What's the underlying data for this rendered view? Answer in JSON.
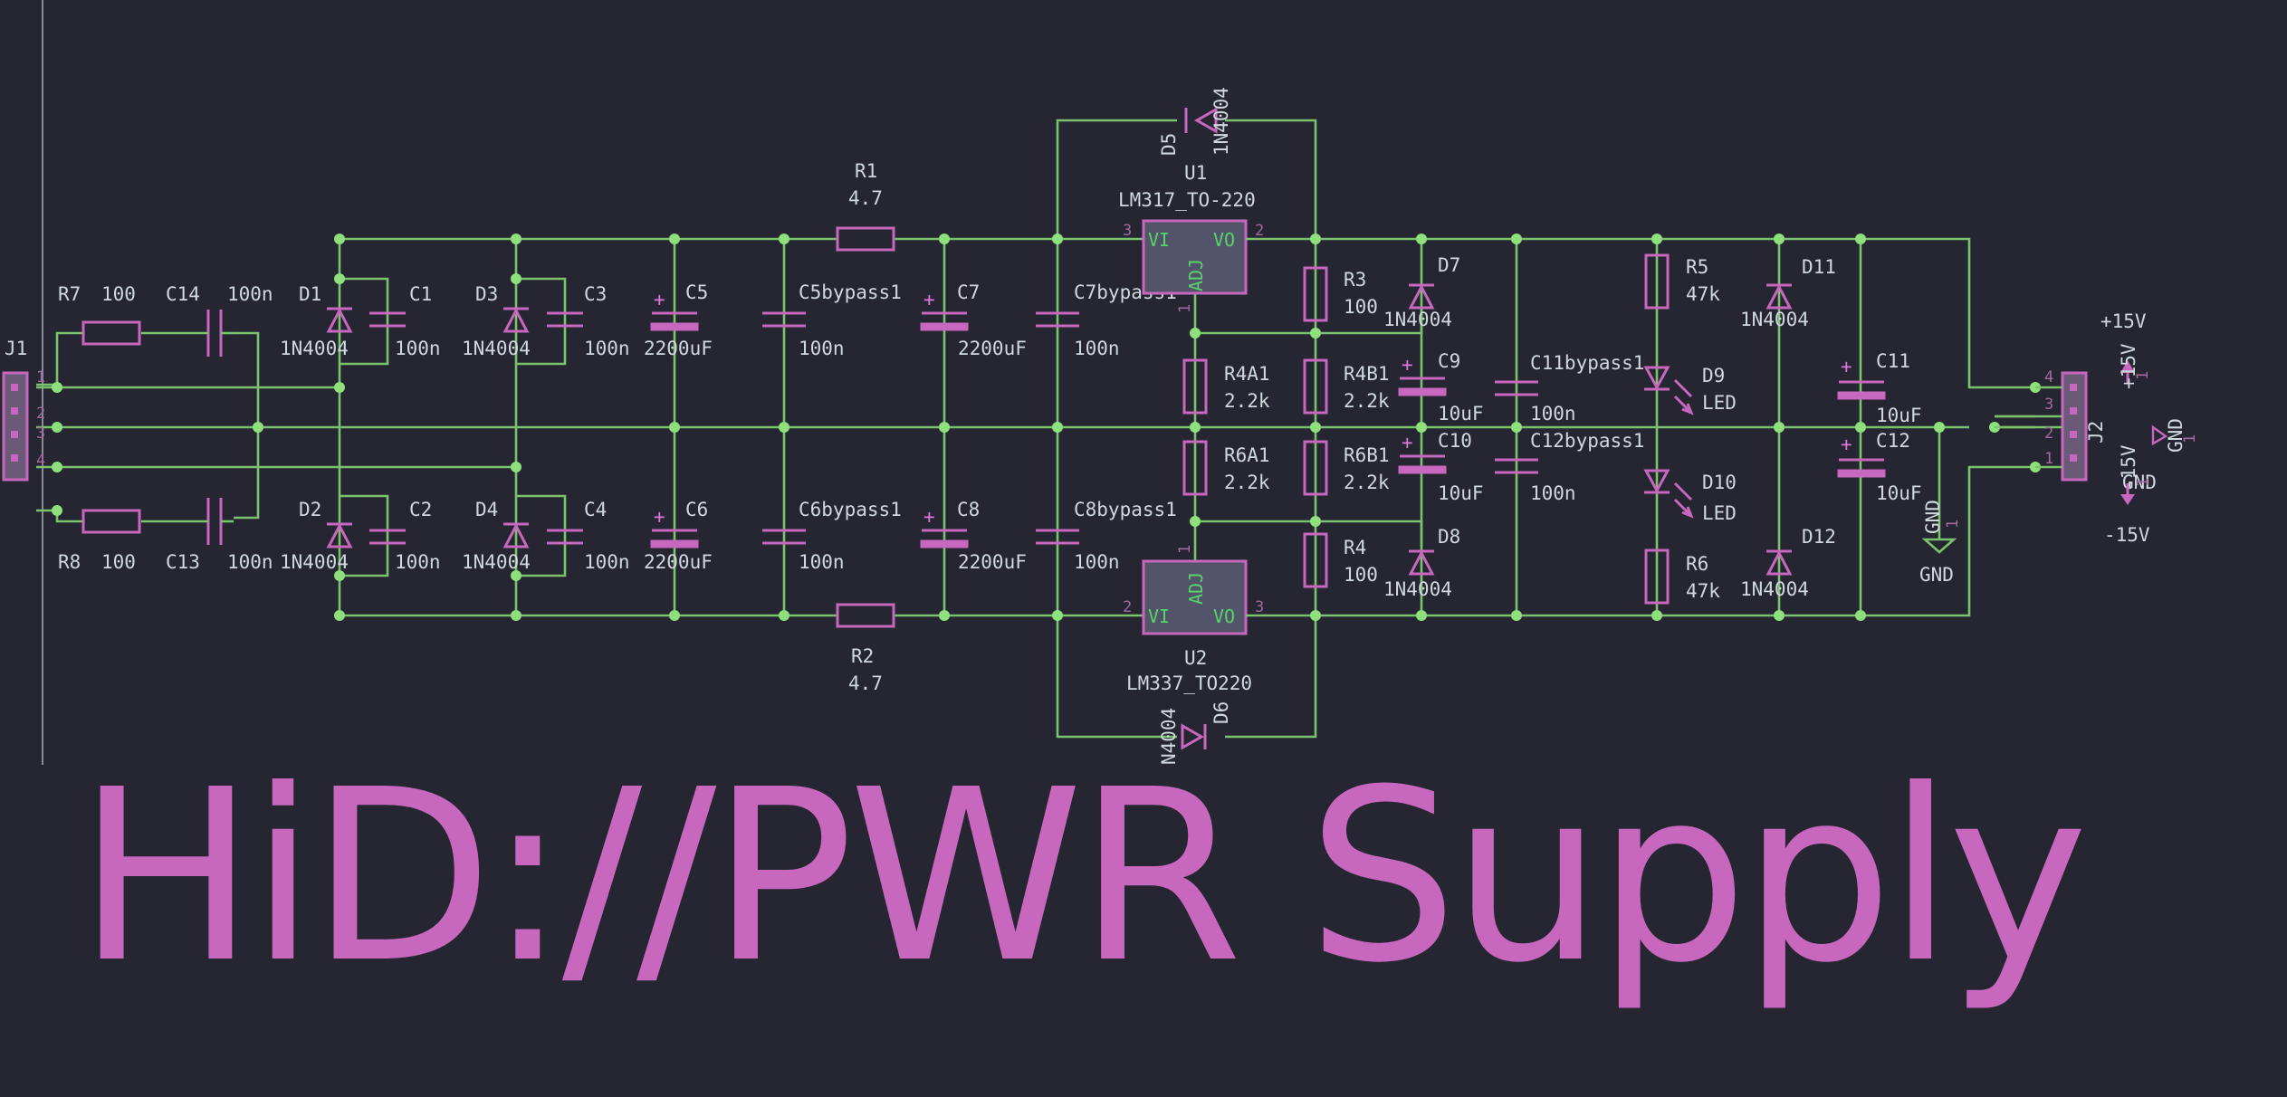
{
  "title": "HiD://PWR Supply",
  "colors": {
    "background": "#262633",
    "wire": "#7ac26c",
    "symbol": "#c767bd",
    "text": "#cfd8dc",
    "pin_label": "#56d468",
    "ic_body": "#53536b"
  },
  "connectors": {
    "j1": {
      "ref": "J1",
      "pins": [
        "1",
        "2",
        "3",
        "4"
      ]
    },
    "j2": {
      "ref": "J2",
      "pins": [
        "4",
        "3",
        "2",
        "1"
      ]
    }
  },
  "power": {
    "pos": {
      "label": "+15V",
      "symbol_text": "+15V",
      "pin": "1"
    },
    "neg": {
      "label": "-15V",
      "symbol_text": "-15V",
      "pin": "1"
    },
    "gnd_out": {
      "label": "GND",
      "symbol_text": "GND",
      "pin": "1"
    },
    "gnd_mid": {
      "label": "GND",
      "symbol_text": "GND",
      "pin": "1"
    }
  },
  "parts": {
    "r7": {
      "ref": "R7",
      "value": "100"
    },
    "r8": {
      "ref": "R8",
      "value": "100"
    },
    "c14": {
      "ref": "C14",
      "value": "100n"
    },
    "c13": {
      "ref": "C13",
      "value": "100n"
    },
    "d1": {
      "ref": "D1",
      "value": "1N4004"
    },
    "d2": {
      "ref": "D2",
      "value": "1N4004"
    },
    "d3": {
      "ref": "D3",
      "value": "1N4004"
    },
    "d4": {
      "ref": "D4",
      "value": "1N4004"
    },
    "c1": {
      "ref": "C1",
      "value": "100n"
    },
    "c2": {
      "ref": "C2",
      "value": "100n"
    },
    "c3": {
      "ref": "C3",
      "value": "100n"
    },
    "c4": {
      "ref": "C4",
      "value": "100n"
    },
    "c5": {
      "ref": "C5",
      "value": "2200uF"
    },
    "c6": {
      "ref": "C6",
      "value": "2200uF"
    },
    "c5b": {
      "ref": "C5bypass1",
      "value": "100n"
    },
    "c6b": {
      "ref": "C6bypass1",
      "value": "100n"
    },
    "r1": {
      "ref": "R1",
      "value": "4.7"
    },
    "r2": {
      "ref": "R2",
      "value": "4.7"
    },
    "c7": {
      "ref": "C7",
      "value": "2200uF"
    },
    "c8": {
      "ref": "C8",
      "value": "2200uF"
    },
    "c7b": {
      "ref": "C7bypass1",
      "value": "100n"
    },
    "c8b": {
      "ref": "C8bypass1",
      "value": "100n"
    },
    "d5": {
      "ref": "D5",
      "value": "1N4004"
    },
    "d6": {
      "ref": "D6",
      "value": "N4004"
    },
    "u1": {
      "ref": "U1",
      "value": "LM317_TO-220",
      "pin_in": "VI",
      "pin_out": "VO",
      "pin_adj": "ADJ",
      "n_in": "3",
      "n_out": "2",
      "n_adj": "1"
    },
    "u2": {
      "ref": "U2",
      "value": "LM337_TO220",
      "pin_in": "VI",
      "pin_out": "VO",
      "pin_adj": "ADJ",
      "n_in": "2",
      "n_out": "3",
      "n_adj": "1"
    },
    "r3": {
      "ref": "R3",
      "value": "100"
    },
    "r4": {
      "ref": "R4",
      "value": "100"
    },
    "r4a1": {
      "ref": "R4A1",
      "value": "2.2k"
    },
    "r4b1": {
      "ref": "R4B1",
      "value": "2.2k"
    },
    "r6a1": {
      "ref": "R6A1",
      "value": "2.2k"
    },
    "r6b1": {
      "ref": "R6B1",
      "value": "2.2k"
    },
    "d7": {
      "ref": "D7",
      "value": "1N4004"
    },
    "d8": {
      "ref": "D8",
      "value": "1N4004"
    },
    "c9": {
      "ref": "C9",
      "value": "10uF"
    },
    "c10": {
      "ref": "C10",
      "value": "10uF"
    },
    "c11b": {
      "ref": "C11bypass1",
      "value": "100n"
    },
    "c12b": {
      "ref": "C12bypass1",
      "value": "100n"
    },
    "r5": {
      "ref": "R5",
      "value": "47k"
    },
    "r6": {
      "ref": "R6",
      "value": "47k"
    },
    "d9": {
      "ref": "D9",
      "value": "LED"
    },
    "d10": {
      "ref": "D10",
      "value": "LED"
    },
    "d11": {
      "ref": "D11",
      "value": "1N4004"
    },
    "d12": {
      "ref": "D12",
      "value": "1N4004"
    },
    "c11": {
      "ref": "C11",
      "value": "10uF"
    },
    "c12": {
      "ref": "C12",
      "value": "10uF"
    },
    "plus_mark": "+"
  }
}
